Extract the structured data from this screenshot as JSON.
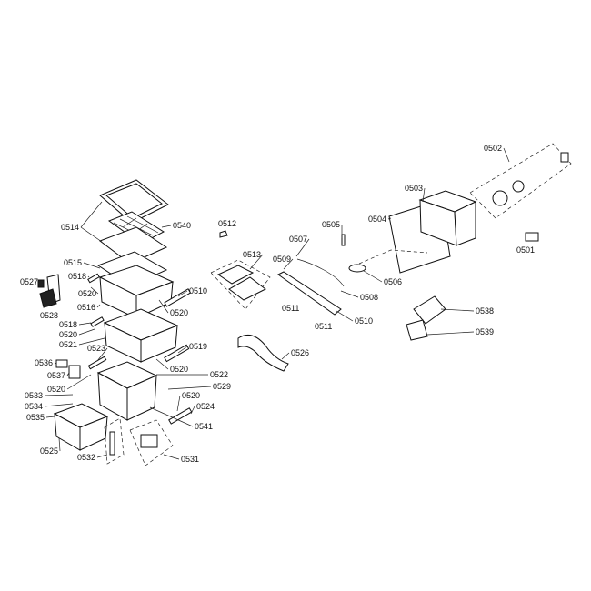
{
  "diagram": {
    "type": "exploded parts diagram",
    "part_labels": [
      "0514",
      "0540",
      "0512",
      "0513",
      "0515",
      "0518",
      "0527",
      "0520",
      "0516",
      "0528",
      "0510",
      "0520",
      "0507",
      "0509",
      "0505",
      "0504",
      "0503",
      "0502",
      "0501",
      "0506",
      "0508",
      "0511",
      "0511",
      "0510",
      "0538",
      "0539",
      "0526",
      "0518",
      "0520",
      "0521",
      "0519",
      "0523",
      "0536",
      "0537",
      "0520",
      "0522",
      "0529",
      "0520",
      "0533",
      "0534",
      "0520",
      "0535",
      "0524",
      "0541",
      "0525",
      "0532",
      "0531"
    ]
  }
}
